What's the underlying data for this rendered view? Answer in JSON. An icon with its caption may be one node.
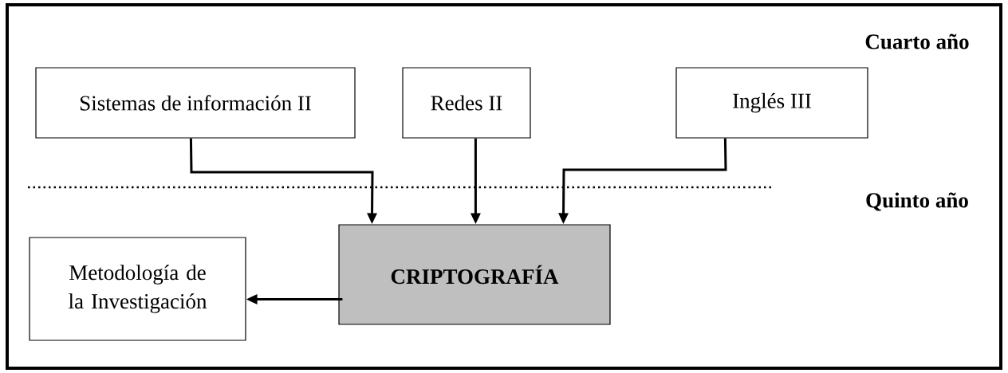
{
  "diagram": {
    "nodes": [
      {
        "text": [
          "Sistemas de información II"
        ]
      },
      {
        "text": [
          "Redes II"
        ]
      },
      {
        "text": [
          "Inglés III"
        ]
      },
      {
        "text": [
          "CRIPTOGRAFÍA"
        ]
      },
      {
        "text": [
          "Metodología de la Investigación"
        ]
      }
    ],
    "edges": [
      {
        "from": 0,
        "to": 3,
        "arrow": "to"
      },
      {
        "from": 1,
        "to": 3,
        "arrow": "to"
      },
      {
        "from": 2,
        "to": 3,
        "arrow": "to"
      },
      {
        "from": 3,
        "to": 4,
        "arrow": "to"
      }
    ],
    "labels": [
      "Cuarto año",
      "Quinto año"
    ]
  }
}
